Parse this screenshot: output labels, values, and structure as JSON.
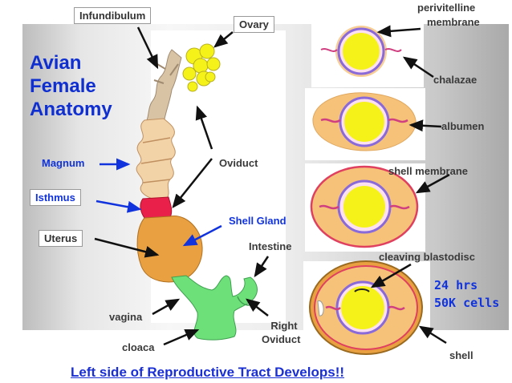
{
  "title": {
    "line1": "Avian",
    "line2": "Female",
    "line3": "Anatomy"
  },
  "labels": {
    "infundibulum": "Infundibulum",
    "ovary": "Ovary",
    "magnum": "Magnum",
    "oviduct": "Oviduct",
    "isthmus": "Isthmus",
    "shell_gland": "Shell Gland",
    "uterus": "Uterus",
    "intestine": "Intestine",
    "vagina": "vagina",
    "right_oviduct_1": "Right",
    "right_oviduct_2": "Oviduct",
    "cloaca": "cloaca"
  },
  "egg_labels": {
    "perivitelline_1": "perivitelline",
    "perivitelline_2": "membrane",
    "chalazae": "chalazae",
    "albumen": "albumen",
    "shell_membrane": "shell membrane",
    "cleaving_blastodisc": "cleaving blastodisc",
    "time": "24 hrs",
    "cells": "50K cells",
    "shell": "shell"
  },
  "footer": "Left side of Reproductive Tract Develops!!",
  "colors": {
    "title_blue": "#0f2fd0",
    "yolk": "#f5f21a",
    "albumen": "#f6c27a",
    "shell_gland": "#e8a040",
    "isthmus": "#e8204a",
    "cloaca": "#6ee07a",
    "infundibulum": "#d8c3a5"
  }
}
